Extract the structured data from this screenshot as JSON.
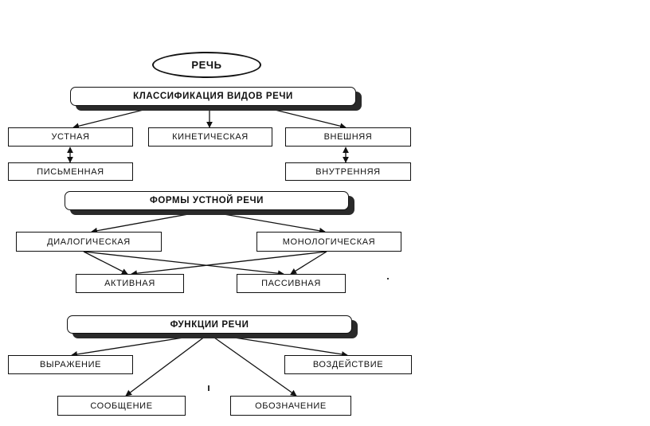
{
  "root": "РЕЧЬ",
  "section1": {
    "title": "КЛАССИФИКАЦИЯ ВИДОВ РЕЧИ",
    "oral": "УСТНАЯ",
    "written": "ПИСЬМЕННАЯ",
    "kinetic": "КИНЕТИЧЕСКАЯ",
    "external": "ВНЕШНЯЯ",
    "internal": "ВНУТРЕННЯЯ"
  },
  "section2": {
    "title": "ФОРМЫ УСТНОЙ РЕЧИ",
    "dialogic": "ДИАЛОГИЧЕСКАЯ",
    "monologic": "МОНОЛОГИЧЕСКАЯ",
    "active": "АКТИВНАЯ",
    "passive": "ПАССИВНАЯ"
  },
  "section3": {
    "title": "ФУНКЦИИ РЕЧИ",
    "expression": "ВЫРАЖЕНИЕ",
    "influence": "ВОЗДЕЙСТВИЕ",
    "message": "СООБЩЕНИЕ",
    "designation": "ОБОЗНАЧЕНИЕ"
  }
}
